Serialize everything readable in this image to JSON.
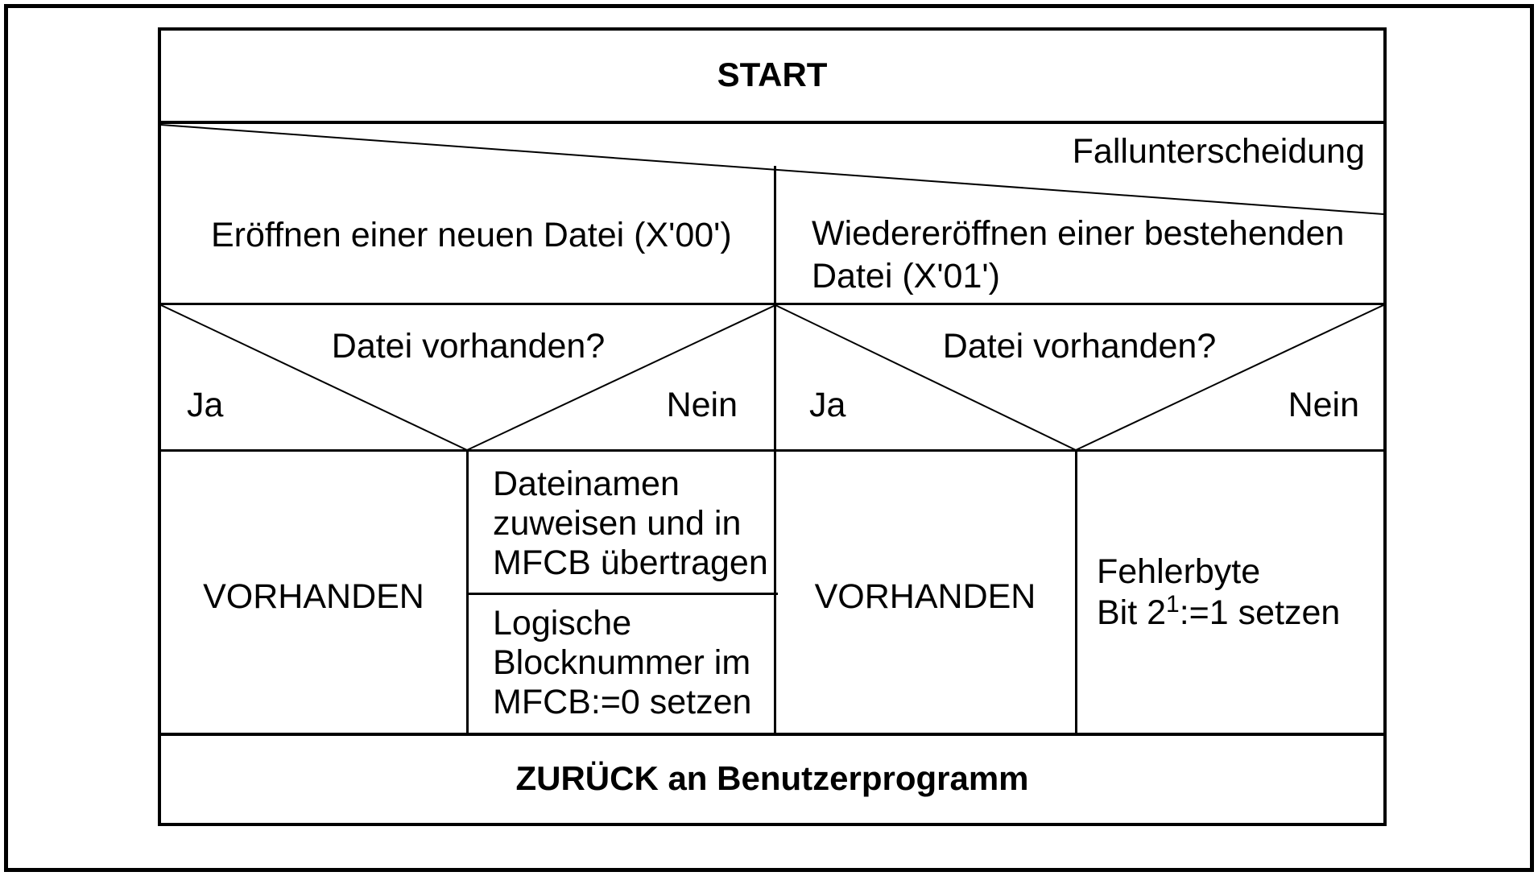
{
  "colors": {
    "background": "#ffffff",
    "line": "#000000",
    "text": "#000000"
  },
  "diagram": {
    "start_label": "START",
    "case_block": {
      "title": "Fallunterscheidung",
      "case_left_label": "Eröffnen einer neuen Datei (X'00')",
      "case_right_label": "Wiedereröffnen einer bestehenden\nDatei (X'01')"
    },
    "decision_left": {
      "question": "Datei vorhanden?",
      "yes_label": "Ja",
      "no_label": "Nein"
    },
    "decision_right": {
      "question": "Datei vorhanden?",
      "yes_label": "Ja",
      "no_label": "Nein"
    },
    "action_left_yes": "VORHANDEN",
    "action_left_no_step1": "Dateinamen\nzuweisen und in\nMFCB übertragen",
    "action_left_no_step2": "Logische\nBlocknummer im\nMFCB:=0 setzen",
    "action_right_yes": "VORHANDEN",
    "action_right_no": {
      "line1": "Fehlerbyte",
      "line2_pre": "Bit 2",
      "line2_sup": "1",
      "line2_post": ":=1 setzen"
    },
    "return_label": "ZURÜCK an Benutzerprogramm"
  }
}
